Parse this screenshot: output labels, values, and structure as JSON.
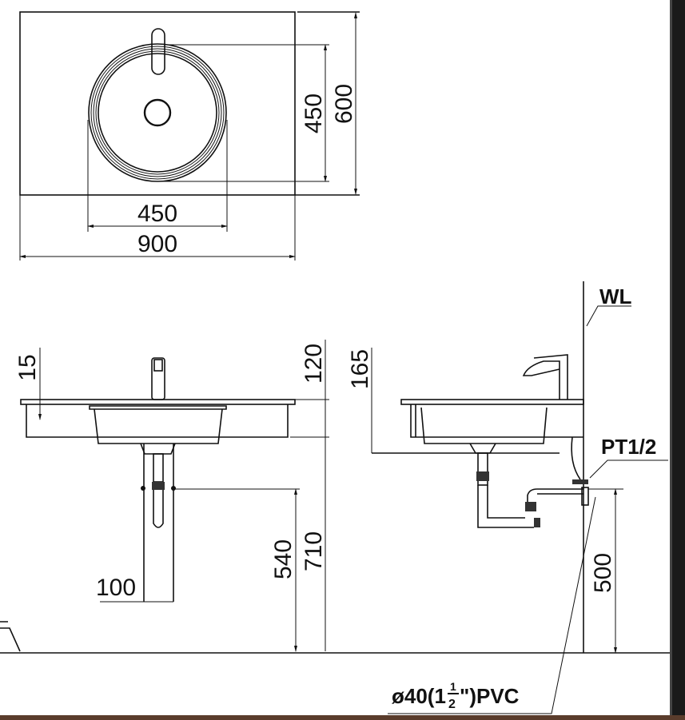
{
  "top_view": {
    "dims": {
      "basin_depth": "450",
      "counter_depth": "600",
      "basin_width": "450",
      "counter_width": "900"
    }
  },
  "front_view": {
    "dims": {
      "top_thickness": "15",
      "counter_height": "120",
      "total_height": "710",
      "drain_height": "540",
      "drain_spacing": "100"
    }
  },
  "side_view": {
    "dims": {
      "faucet_height": "165",
      "supply_height": "500"
    },
    "labels": {
      "wall_line": "WL",
      "supply_thread": "PT1/2",
      "drain_pipe_prefix": "ø40(1",
      "drain_pipe_frac_num": "1",
      "drain_pipe_frac_den": "2",
      "drain_pipe_suffix": "\")PVC"
    }
  },
  "colors": {
    "line": "#111111",
    "background": "#ffffff",
    "edge_bar": "#1a1a1a"
  }
}
